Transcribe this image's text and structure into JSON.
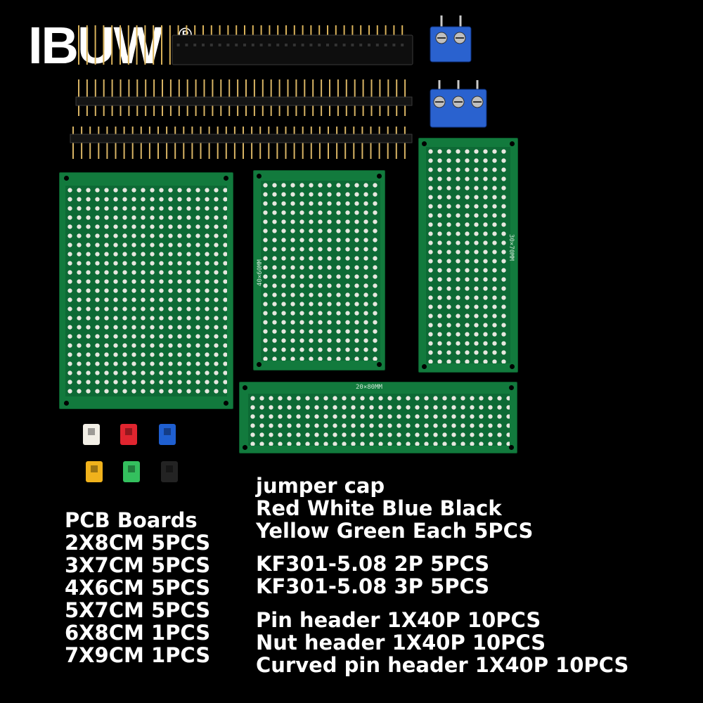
{
  "logo": {
    "text": "IBUW",
    "mark": "®"
  },
  "pcb_silkscreen": {
    "board_3x7": "30×70MM",
    "board_2x8": "20×80MM",
    "board_4x6": "40×60MM"
  },
  "jumper_colors": [
    "#f2efe6",
    "#e0252f",
    "#1f5fd0",
    "#f0b21c",
    "#34c05e",
    "#232323"
  ],
  "left_list": {
    "title": "PCB Boards",
    "items": [
      "2X8CM 5PCS",
      "3X7CM 5PCS",
      "4X6CM 5PCS",
      "5X7CM 5PCS",
      "6X8CM 1PCS",
      "7X9CM 1PCS"
    ]
  },
  "right_list": {
    "jumper": [
      "jumper cap",
      "Red White Blue Black",
      "Yellow Green Each 5PCS"
    ],
    "terminals": [
      "KF301-5.08 2P 5PCS",
      "KF301-5.08 3P 5PCS"
    ],
    "headers": [
      "Pin header 1X40P  10PCS",
      "Nut header 1X40P  10PCS",
      "Curved pin header 1X40P  10PCS"
    ]
  }
}
